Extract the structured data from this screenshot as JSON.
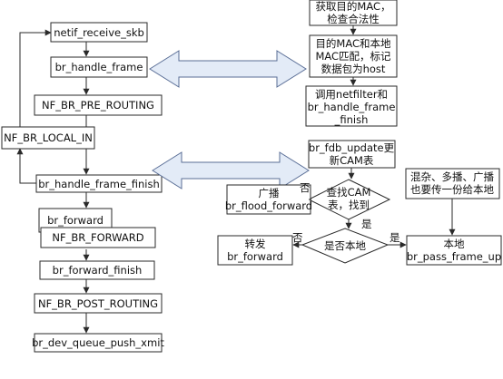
{
  "left_flow": {
    "netif_receive_skb": "netif_receive_skb",
    "br_handle_frame": "br_handle_frame",
    "nf_br_pre_routing": "NF_BR_PRE_ROUTING",
    "nf_br_local_in": "NF_BR_LOCAL_IN",
    "br_handle_frame_finish": "br_handle_frame_finish",
    "br_forward": "br_forward",
    "nf_br_forward": "NF_BR_FORWARD",
    "br_forward_finish": "br_forward_finish",
    "nf_br_post_routing": "NF_BR_POST_ROUTING",
    "br_dev_queue_push_xmit": "br_dev_queue_push_xmit"
  },
  "right_top": {
    "get_mac": [
      "获取目的MAC，",
      "检查合法性"
    ],
    "match_host": [
      "目的MAC和本地",
      "MAC匹配，标记",
      "数据包为host"
    ],
    "call_netfilter": [
      "调用netfilter和",
      "br_handle_frame",
      "_finish"
    ]
  },
  "right_bottom": {
    "fdb_update": [
      "br_fdb_update更",
      "新CAM表"
    ],
    "lookup_cam": [
      "查找CAM",
      "表，找到"
    ],
    "flood": [
      "广播",
      "br_flood_forward"
    ],
    "is_local": "是否本地",
    "forward": [
      "转发",
      "br_forward"
    ],
    "local": [
      "本地",
      "br_pass_frame_up"
    ],
    "multicast_note": [
      "混杂、多播、广播",
      "也要传一份给本地"
    ]
  },
  "edge_labels": {
    "lookup_no": "否",
    "lookup_yes": "是",
    "local_no": "否",
    "local_yes": "是"
  },
  "colors": {
    "stroke": "#2a2a2a",
    "double_arrow_fill": "#e3ebf7",
    "double_arrow_stroke": "#5a6e96"
  }
}
